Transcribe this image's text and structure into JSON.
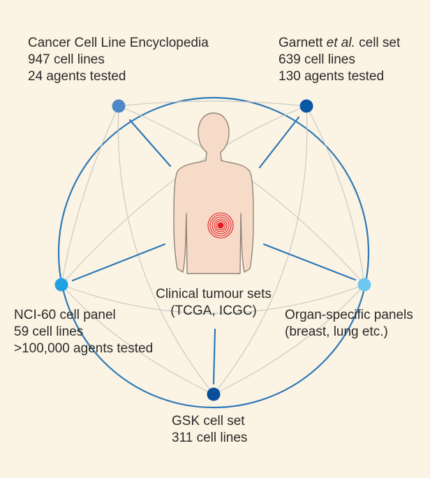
{
  "colors": {
    "background": "#fbf4e4",
    "ring": "#2e78b7",
    "spokes": "#2e78b7",
    "inner_lines": "#c9c9c4",
    "body_fill": "#f6dcc8",
    "body_stroke": "#8f8478",
    "tumour": "#e01a22",
    "node_ccle": "#4f88c6",
    "node_garnett": "#0a57a4",
    "node_nci60": "#1fa2e0",
    "node_organ": "#6cc8f0",
    "node_gsk": "#0a4f9a"
  },
  "center": {
    "icon": "human-body-with-tumour-icon",
    "title": "Clinical tumour sets",
    "subtitle": "(TCGA, ICGC)"
  },
  "nodes": {
    "ccle": {
      "line1": "Cancer Cell Line Encyclopedia",
      "line2": "947 cell lines",
      "line3": "24 agents tested"
    },
    "garnett": {
      "line1_pre": "Garnett ",
      "line1_italic": "et al.",
      "line1_post": " cell set",
      "line2": "639 cell lines",
      "line3": "130 agents tested"
    },
    "nci60": {
      "line1": "NCI-60 cell panel",
      "line2": "59 cell lines",
      "line3": ">100,000 agents tested"
    },
    "organ": {
      "line1": "Organ-specific panels",
      "line2": "(breast, lung etc.)"
    },
    "gsk": {
      "line1": "GSK cell set",
      "line2": "311 cell lines"
    }
  }
}
